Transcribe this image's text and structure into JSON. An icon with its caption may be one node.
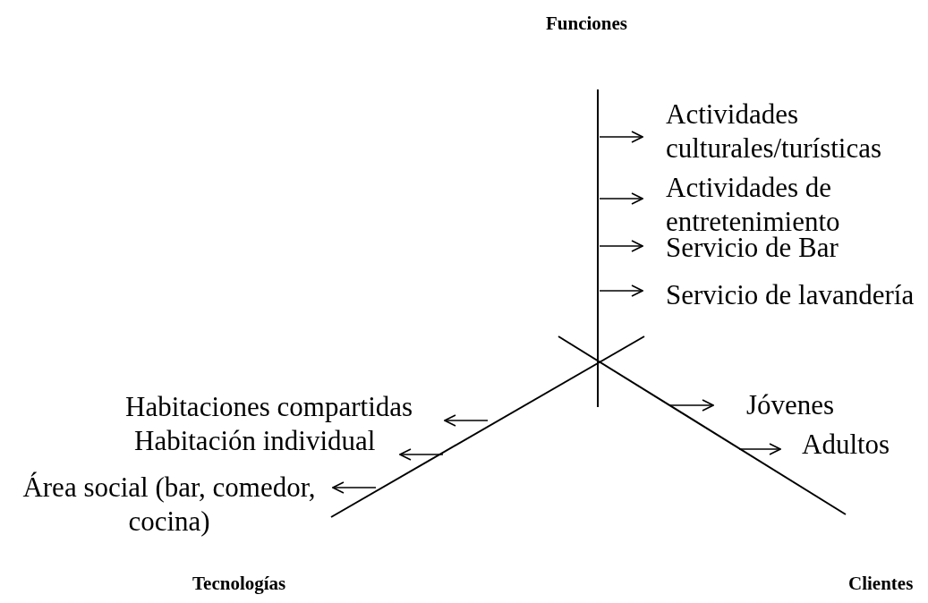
{
  "diagram": {
    "nodes": [
      {
        "text": [
          "Actividades culturales/turísticas"
        ]
      },
      {
        "text": [
          "Actividades de entretenimiento"
        ]
      },
      {
        "text": [
          "Servicio de Bar"
        ]
      },
      {
        "text": [
          "Servicio de lavandería"
        ]
      },
      {
        "text": [
          "Jóvenes"
        ]
      },
      {
        "text": [
          "Adultos"
        ]
      },
      {
        "text": [
          "Habitaciones compartidas"
        ]
      },
      {
        "text": [
          "Habitación individual"
        ]
      },
      {
        "text": [
          "Área social (bar, comedor, cocina)"
        ]
      }
    ],
    "edges": [
      {
        "from": null,
        "to": 0,
        "arrow": "to"
      },
      {
        "from": null,
        "to": 1,
        "arrow": "to"
      },
      {
        "from": null,
        "to": 2,
        "arrow": "to"
      },
      {
        "from": null,
        "to": 3,
        "arrow": "to"
      },
      {
        "from": null,
        "to": 4,
        "arrow": "to"
      },
      {
        "from": null,
        "to": 5,
        "arrow": "to"
      },
      {
        "from": null,
        "to": 6,
        "arrow": "to"
      },
      {
        "from": null,
        "to": 7,
        "arrow": "to"
      },
      {
        "from": null,
        "to": 8,
        "arrow": "to"
      }
    ],
    "labels": [
      "Funciones",
      "Tecnologías",
      "Clientes"
    ]
  }
}
